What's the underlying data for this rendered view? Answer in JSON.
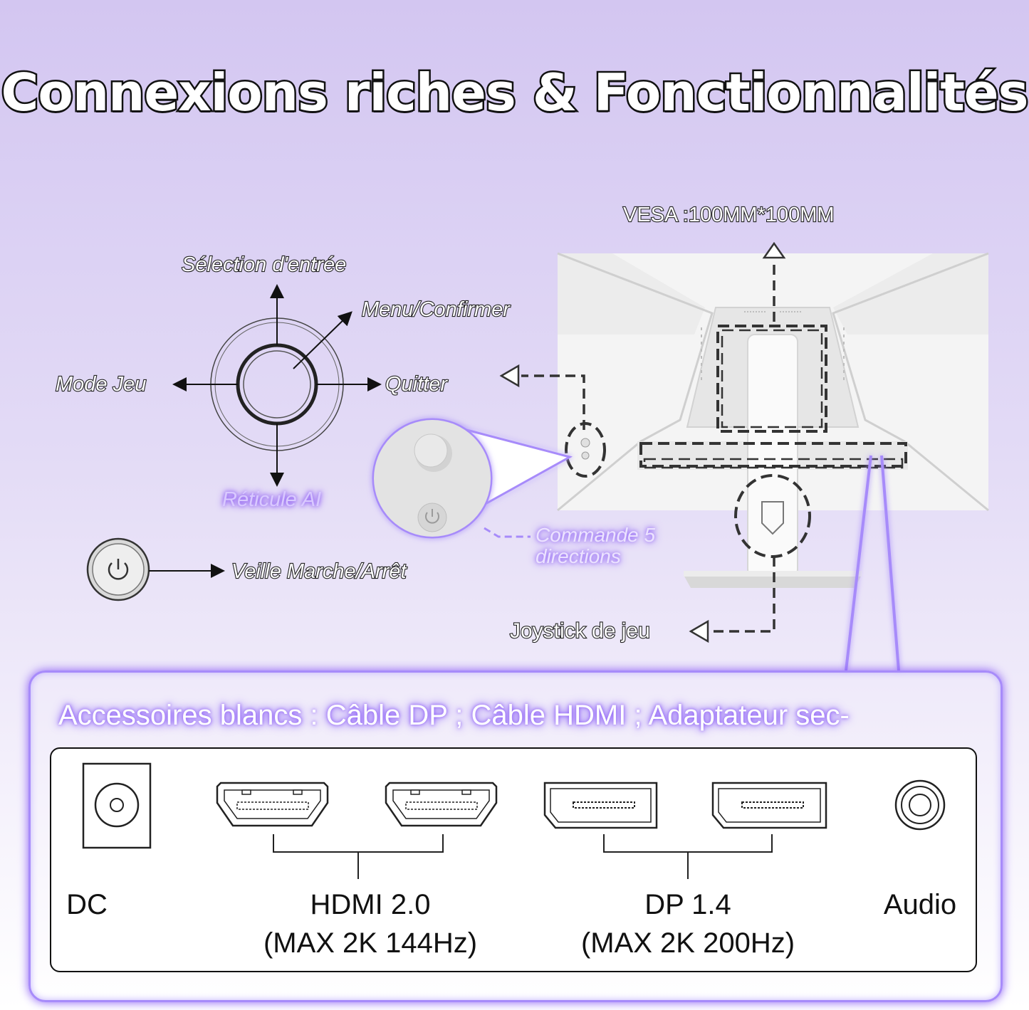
{
  "title": "Connexions riches & Fonctionnalités",
  "labels": {
    "vesa": "VESA :100MM*100MM",
    "input_select": "Sélection d'entrée",
    "menu_confirm": "Menu/Confirmer",
    "game_mode": "Mode Jeu",
    "quit": "Quitter",
    "crosshair": "Réticule AI",
    "standby": "Veille Marche/Arrêt",
    "joystick_line1": "Commande 5",
    "joystick_line2": "directions",
    "game_joystick": "Joystick de jeu"
  },
  "accessories": "Accessoires blancs  : Câble DP ; Câble HDMI ; Adaptateur sec-",
  "ports": {
    "dc": "DC",
    "hdmi_name": "HDMI 2.0",
    "hdmi_spec": "(MAX 2K 144Hz)",
    "dp_name": "DP 1.4",
    "dp_spec": "(MAX 2K 200Hz)",
    "audio": "Audio"
  },
  "colors": {
    "accent": "#8b5cf6",
    "glow": "#a78bfa",
    "background_top": "#d3c6f1"
  },
  "icons": [
    "power-icon",
    "joystick-icon",
    "dc-port-icon",
    "hdmi-port-icon",
    "displayport-icon",
    "audio-jack-icon"
  ]
}
